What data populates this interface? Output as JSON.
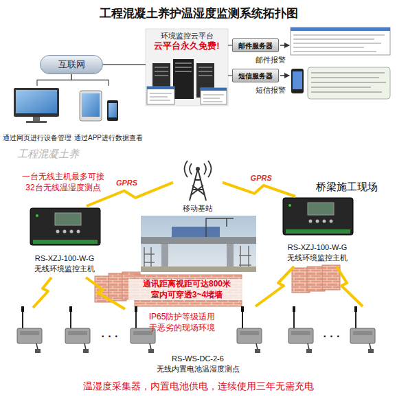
{
  "diagram": {
    "title": "工程混凝土养护温湿度监测系统拓扑图",
    "nodes": [
      {
        "text": [
          "互联网"
        ]
      },
      {
        "text": [
          "通过网页进行设备管理"
        ]
      },
      {
        "text": [
          "通过APP进行数据查看"
        ]
      },
      {
        "text": [
          "环境监控云平台",
          "云平台永久免费!"
        ]
      },
      {
        "text": [
          "邮件服务器"
        ]
      },
      {
        "text": [
          "短信服务器"
        ]
      },
      {
        "text": [
          "移动基站"
        ]
      },
      {
        "text": [
          "RS-XZJ-100-W-G",
          "无线环境监控主机"
        ]
      },
      {
        "text": [
          "RS-XZJ-100-W-G",
          "无线环境监控主机"
        ]
      }
    ],
    "edges": [
      {
        "from": 0,
        "to": 1,
        "arrow": "none"
      },
      {
        "from": 0,
        "to": 2,
        "arrow": "none"
      },
      {
        "from": 0,
        "to": 3,
        "arrow": "none"
      },
      {
        "from": 3,
        "to": 4,
        "arrow": "none"
      },
      {
        "from": 3,
        "to": 5,
        "arrow": "none"
      },
      {
        "from": 7,
        "to": 6,
        "label": "GPRS",
        "arrow": "none"
      },
      {
        "from": 8,
        "to": 6,
        "label": "GPRS",
        "arrow": "none"
      }
    ],
    "labels": [
      "邮件报警",
      "短信报警",
      "一台无线主机最多可接 32台无线温湿度测点",
      "桥梁施工现场",
      "通讯距离视距可达800米 室内可穿透3~4堵墙",
      "IP65防护等级适用 于恶劣的现场环境",
      "· · ·",
      "· · ·",
      "RS-WS-DC-2-6",
      "无线内置电池温湿度测点",
      "温湿度采集器，内置电池供电，连续使用三年无需充电",
      "工程混凝土养"
    ]
  }
}
